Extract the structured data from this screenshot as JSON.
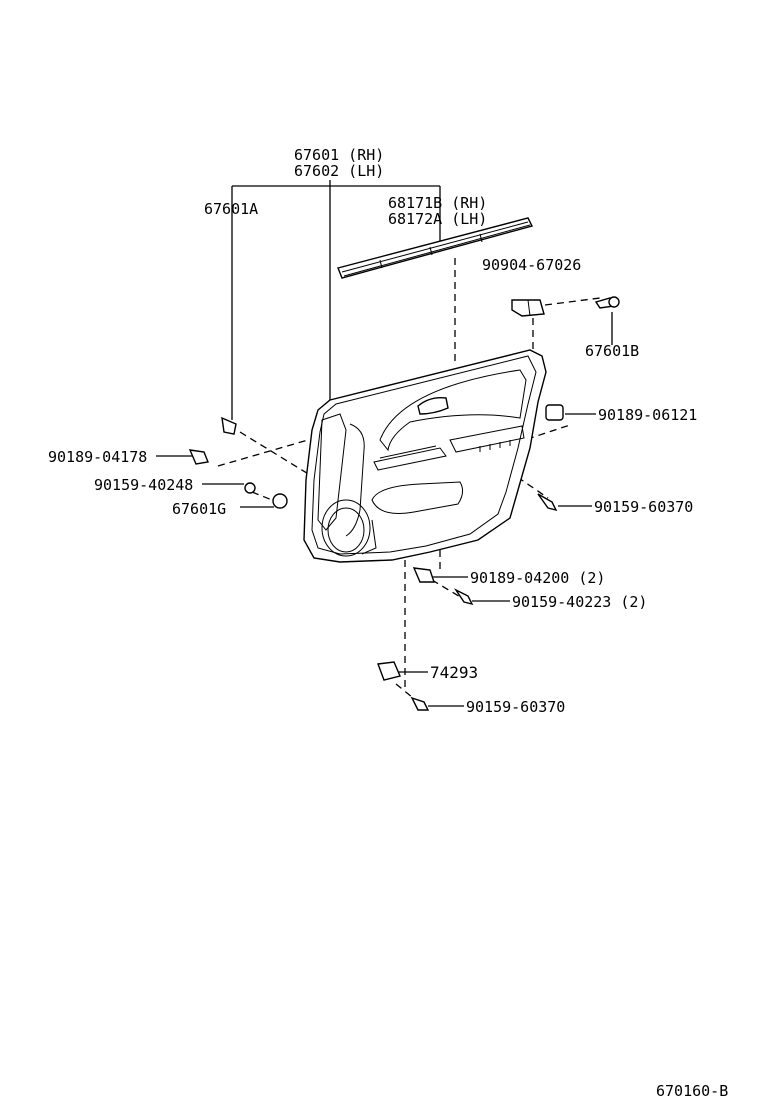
{
  "diagram_id": "670160-B",
  "labels": {
    "trim_board_rh": "67601 (RH)",
    "trim_board_lh": "67602 (LH)",
    "part_67601A": "67601A",
    "weatherstrip_rh": "68171B (RH)",
    "weatherstrip_lh": "68172A (LH)",
    "part_90904_67026": "90904-67026",
    "part_67601B": "67601B",
    "part_90189_06121": "90189-06121",
    "part_90189_04178": "90189-04178",
    "part_90159_40248": "90159-40248",
    "part_67601G": "67601G",
    "part_90159_60370_right": "90159-60370",
    "part_90189_04200": "90189-04200 (2)",
    "part_90159_40223": "90159-40223 (2)",
    "part_74293": "74293",
    "part_90159_60370_bottom": "90159-60370"
  }
}
